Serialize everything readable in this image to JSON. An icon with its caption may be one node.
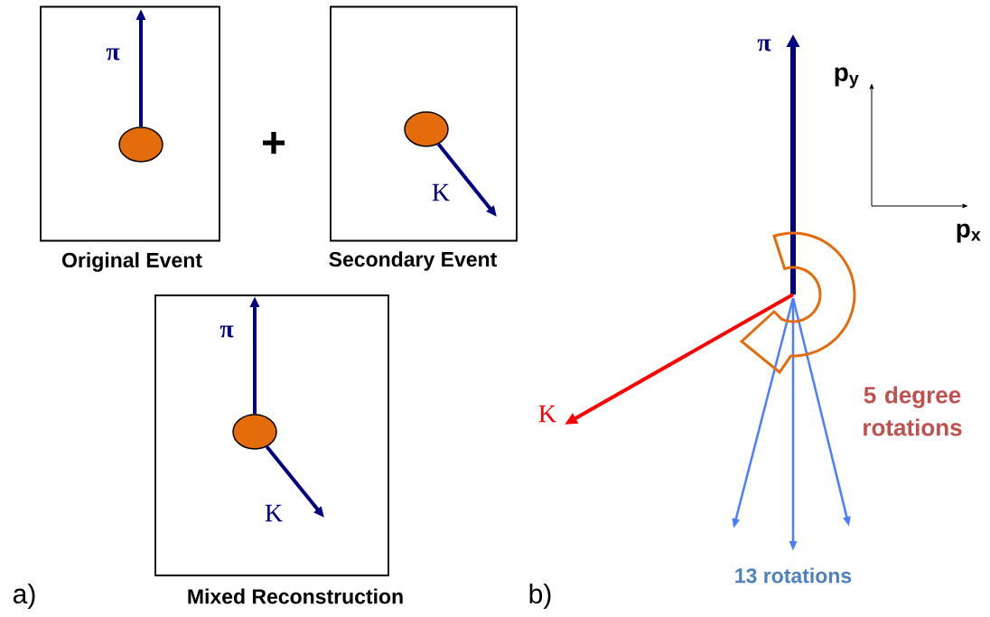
{
  "diagram": {
    "nodes": [
      {
        "text": [
          "Original Event"
        ]
      },
      {
        "text": [],
        "shape": "circle",
        "in": 0
      },
      {
        "text": [
          "Secondary Event"
        ]
      },
      {
        "text": [],
        "shape": "circle",
        "in": 2
      },
      {
        "text": [
          "Mixed Reconstruction"
        ]
      },
      {
        "text": [],
        "shape": "circle",
        "in": 4
      }
    ],
    "edges": [
      {
        "from": 1,
        "to": null,
        "arrow": "to",
        "label": "π"
      },
      {
        "from": 3,
        "to": null,
        "arrow": "to",
        "label": "K"
      },
      {
        "from": 5,
        "to": null,
        "arrow": "to",
        "label": "π"
      },
      {
        "from": 5,
        "to": null,
        "arrow": "to",
        "label": "K"
      }
    ],
    "labels": [
      "+",
      "π",
      "p$_{y}$",
      "p$_{x}$",
      "K",
      "5 degree rotations",
      "13 rotations",
      "a)",
      "b)"
    ]
  }
}
